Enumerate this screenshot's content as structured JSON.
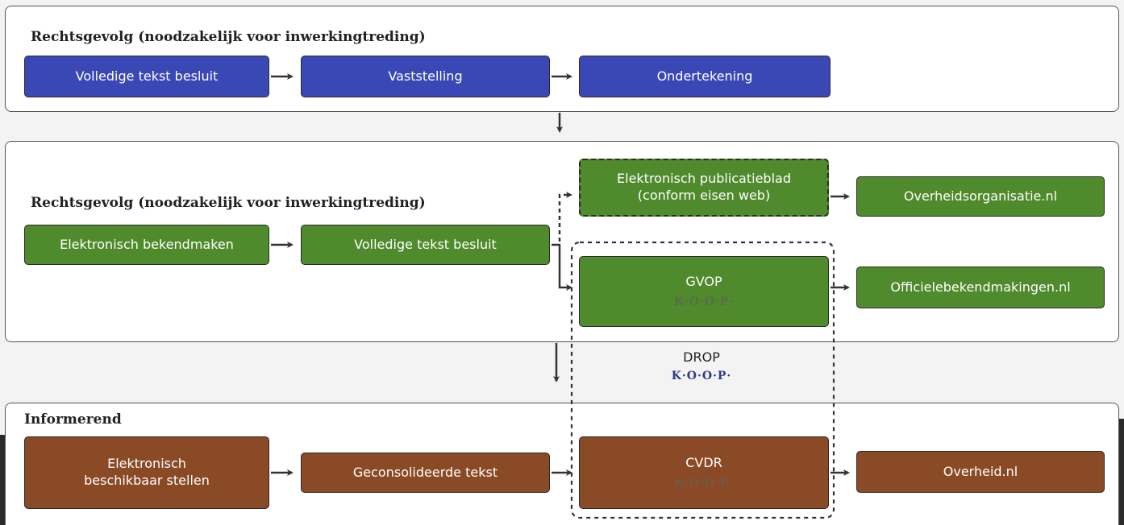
{
  "top": {
    "heading": "Rechtsgevolg (noodzakelijk voor inwerkingtreding)",
    "boxes": [
      "Volledige tekst besluit",
      "Vaststelling",
      "Ondertekening"
    ]
  },
  "middle": {
    "heading": "Rechtsgevolg (noodzakelijk voor inwerkingtreding)",
    "boxes": [
      "Elektronisch bekendmaken",
      "Volledige tekst besluit"
    ],
    "publicatieblad_line1": "Elektronisch publicatieblad",
    "publicatieblad_line2": "(conform eisen web)",
    "overheidsorganisatie": "Overheidsorganisatie.nl",
    "gvop": "GVOP",
    "officiele": "Officielebekendmakingen.nl"
  },
  "drop": {
    "label": "DROP"
  },
  "bottom": {
    "heading": "Informerend",
    "beschikbaar_line1": "Elektronisch",
    "beschikbaar_line2": "beschikbaar stellen",
    "geconsolideerd": "Geconsolideerde tekst",
    "cvdr": "CVDR",
    "overheid": "Overheid.nl"
  },
  "koop_logo": "K·O·O·P·",
  "colors": {
    "blue": "#3a48b5",
    "green": "#4f8a2c",
    "brown": "#8a4a25"
  }
}
